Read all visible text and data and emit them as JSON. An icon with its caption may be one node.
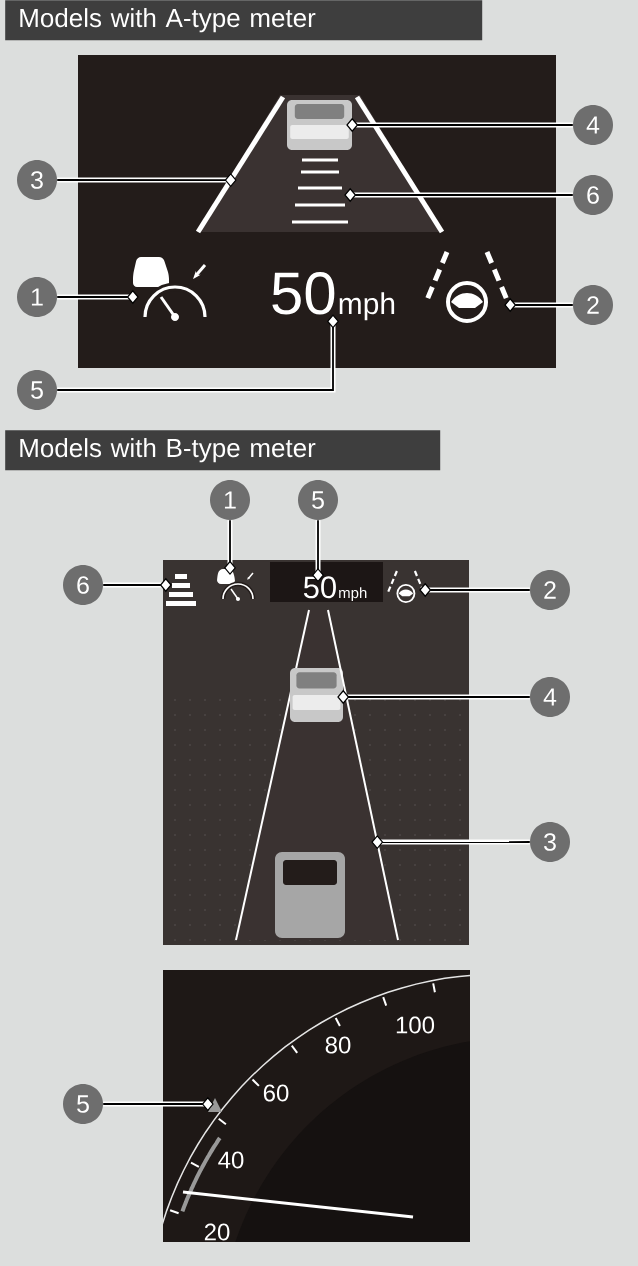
{
  "diagram": {
    "nodes": [
      {
        "text": [
          "Models with A-type meter"
        ]
      },
      {
        "text": [
          "4"
        ]
      },
      {
        "text": [],
        "shape": "picture"
      },
      {
        "text": [
          "3"
        ]
      },
      {
        "text": [],
        "shape": "picture"
      },
      {
        "text": [
          "6"
        ]
      },
      {
        "text": [],
        "shape": "picture"
      },
      {
        "text": [
          "1"
        ]
      },
      {
        "text": [],
        "shape": "picture"
      },
      {
        "text": [
          "50",
          "mph"
        ]
      },
      {
        "text": [],
        "shape": "picture"
      },
      {
        "text": [
          "2"
        ]
      },
      {
        "text": [
          "5"
        ]
      },
      {
        "text": [
          "Models with B-type meter"
        ]
      },
      {
        "text": [
          "1"
        ]
      },
      {
        "text": [
          "5"
        ]
      },
      {
        "text": [
          "6"
        ]
      },
      {
        "text": [],
        "shape": "picture"
      },
      {
        "text": [],
        "shape": "picture"
      },
      {
        "text": [
          "50",
          "mph"
        ]
      },
      {
        "text": [],
        "shape": "picture"
      },
      {
        "text": [
          "2"
        ]
      },
      {
        "text": [],
        "shape": "picture"
      },
      {
        "text": [
          "4"
        ]
      },
      {
        "text": [],
        "shape": "picture"
      },
      {
        "text": [
          "3"
        ]
      },
      {
        "text": [
          "5"
        ]
      },
      {
        "text": [],
        "shape": "triangle"
      }
    ],
    "edges": [
      {
        "from": 1,
        "to": 2,
        "arrow": "other"
      },
      {
        "from": 3,
        "to": 4,
        "arrow": "other"
      },
      {
        "from": 5,
        "to": 6,
        "arrow": "other"
      },
      {
        "from": 7,
        "to": 8,
        "arrow": "other"
      },
      {
        "from": 11,
        "to": 10,
        "arrow": "other"
      },
      {
        "from": 12,
        "to": 9,
        "arrow": "other"
      },
      {
        "from": 14,
        "to": 18,
        "arrow": "other"
      },
      {
        "from": 15,
        "to": 19,
        "arrow": "other"
      },
      {
        "from": 16,
        "to": 17,
        "arrow": "other"
      },
      {
        "from": 21,
        "to": 20,
        "arrow": "other"
      },
      {
        "from": 23,
        "to": 22,
        "arrow": "other"
      },
      {
        "from": 25,
        "to": 24,
        "arrow": "other"
      },
      {
        "from": 26,
        "to": 27,
        "arrow": "other"
      }
    ],
    "labels": [
      "100",
      "80",
      "60",
      "40",
      "20"
    ]
  }
}
